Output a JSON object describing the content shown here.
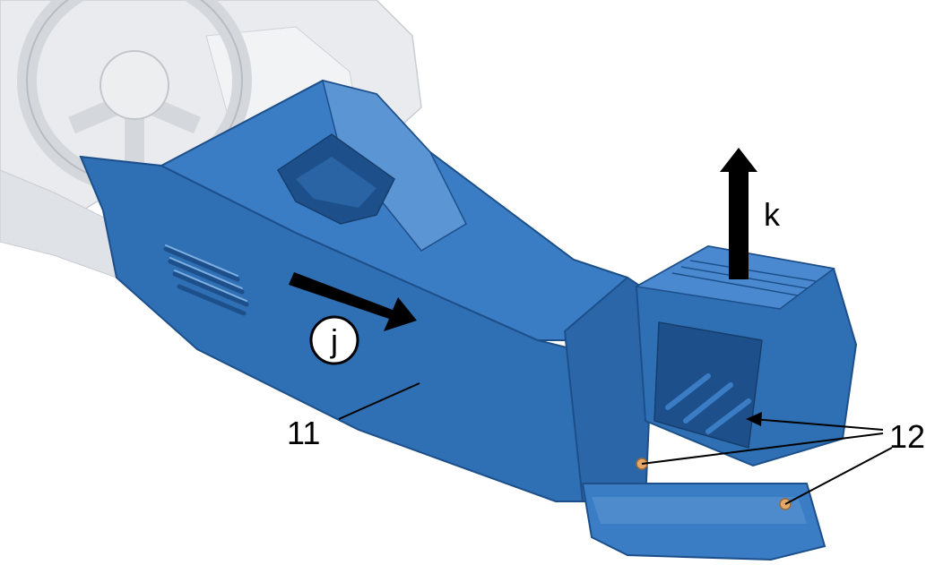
{
  "colors": {
    "background": "#ffffff",
    "console_blue": "#2f6fb4",
    "console_dark": "#1d4f8a",
    "console_light": "#5c95d3",
    "interior_gray": "#e9ebee",
    "clip_orange": "#e2a86a",
    "arrow": "#000000"
  },
  "labels": {
    "part_console": "11",
    "part_clips": "12",
    "direction_pull": "j",
    "direction_lift": "k"
  },
  "icons": {
    "arrow_j": "bold-arrow-right-icon",
    "arrow_k": "bold-arrow-up-icon"
  }
}
